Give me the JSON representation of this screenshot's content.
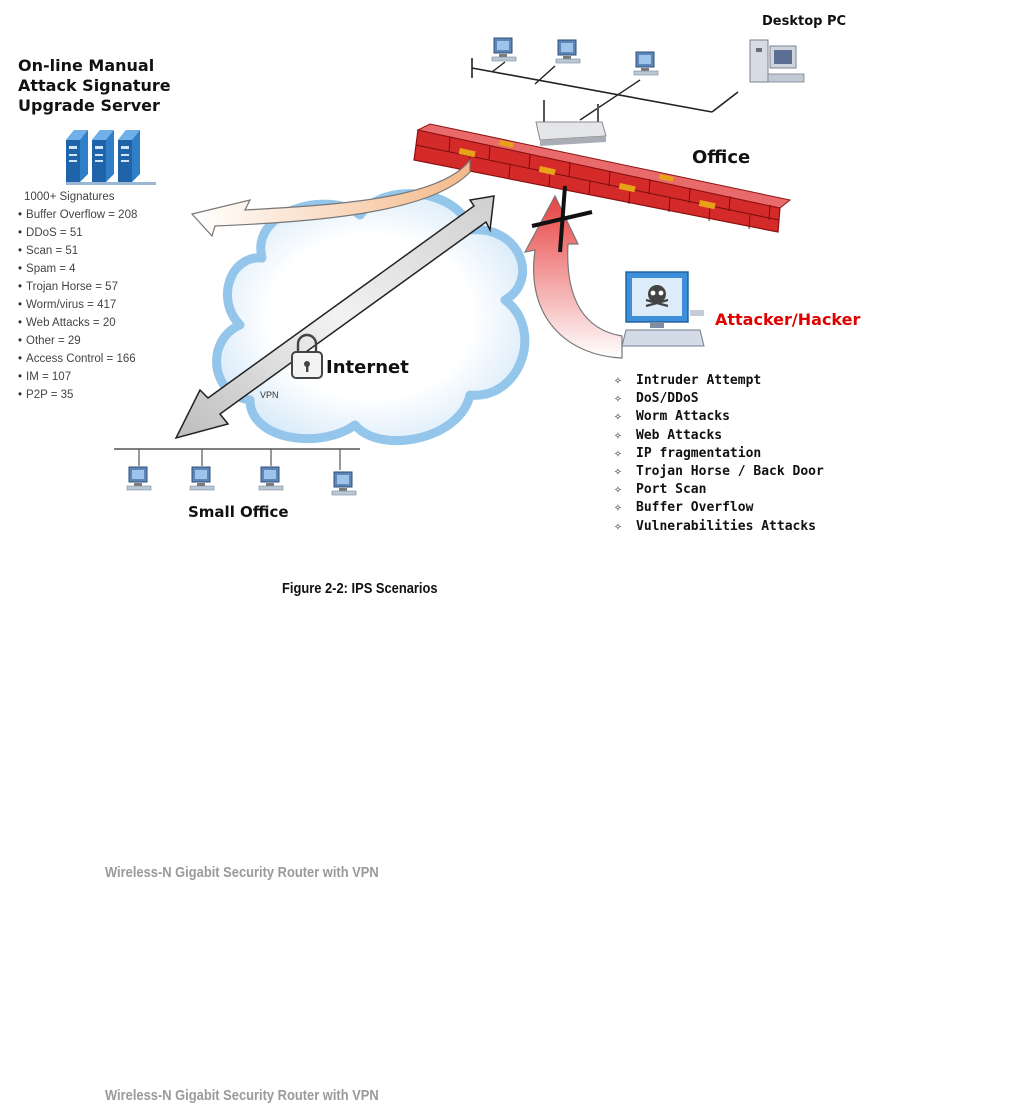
{
  "diagram": {
    "server_title": [
      "On-line Manual",
      "Attack Signature",
      "Upgrade Server"
    ],
    "signatures_heading": "1000+ Signatures",
    "signatures": [
      "Buffer Overflow = 208",
      "DDoS = 51",
      "Scan = 51",
      "Spam = 4",
      "Trojan Horse = 57",
      "Worm/virus = 417",
      "Web Attacks = 20",
      "Other = 29",
      "Access Control = 166",
      "IM = 107",
      "P2P = 35"
    ],
    "desktop_pc_label": "Desktop PC",
    "office_label": "Office",
    "attacker_label": "Attacker/Hacker",
    "internet_label": "Internet",
    "vpn_label": "VPN",
    "small_office_label": "Small Office",
    "attack_types": [
      "Intruder Attempt",
      "DoS/DDoS",
      "Worm Attacks",
      "Web Attacks",
      "IP fragmentation",
      "Trojan Horse / Back Door",
      "Port Scan",
      "Buffer Overflow",
      "Vulnerabilities Attacks"
    ],
    "colors": {
      "firewall": "#d42a2a",
      "firewall_mortar": "#e8a21a",
      "cloud_edge": "#8fc3ea",
      "attacker_text": "#e00000",
      "server_blue": "#2f7ec8"
    }
  },
  "caption": "Figure 2-2: IPS Scenarios",
  "footers": [
    "Wireless-N Gigabit Security Router with VPN",
    "Wireless-N Gigabit Security Router with VPN"
  ]
}
